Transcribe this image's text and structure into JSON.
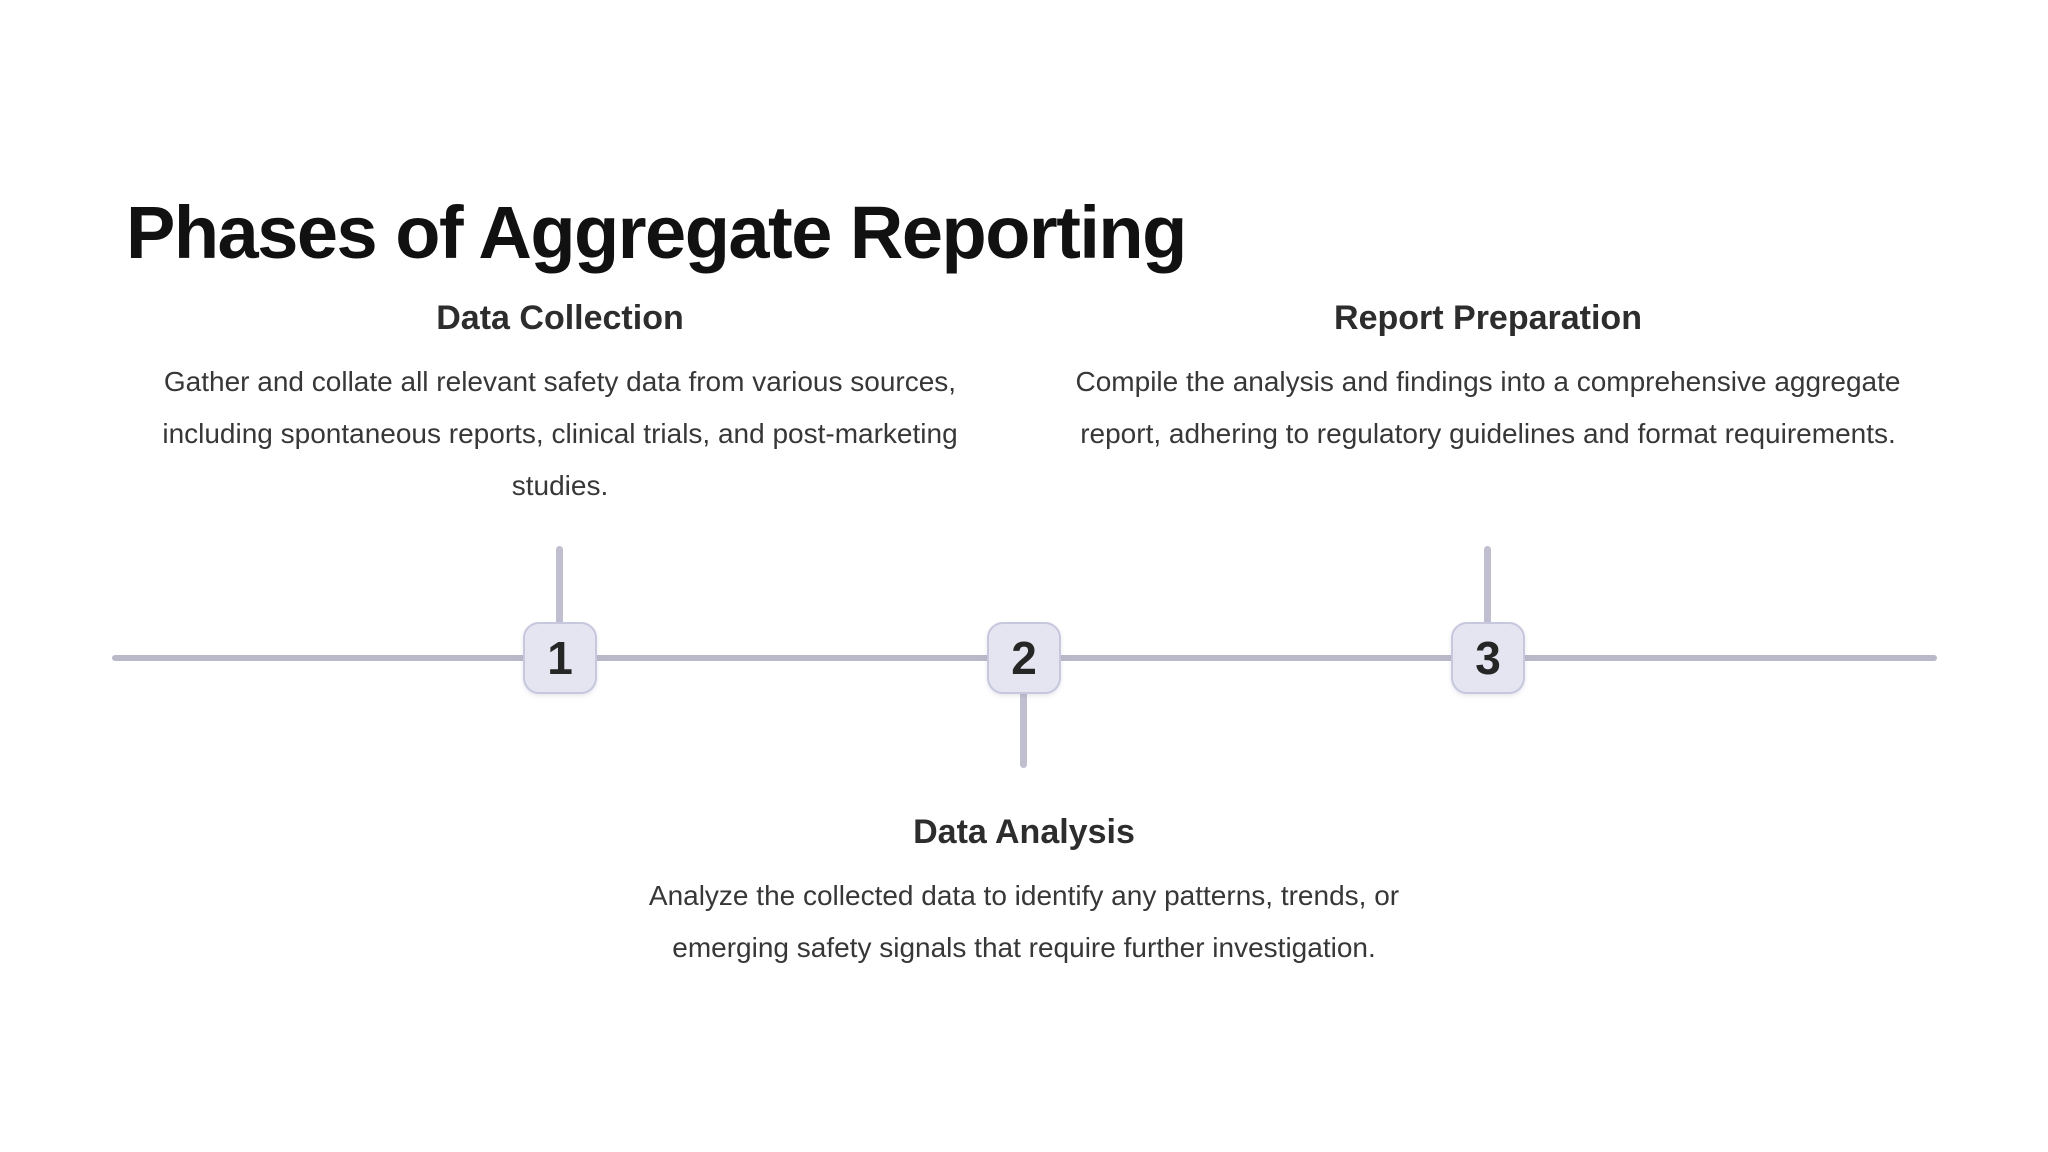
{
  "page": {
    "title": "Phases of Aggregate Reporting"
  },
  "colors": {
    "background": "#ffffff",
    "title_text": "#111111",
    "heading_text": "#2d2d2d",
    "body_text": "#373737",
    "timeline_line": "#b9b9ca",
    "connector": "#bfbfd0",
    "node_fill": "#e5e5f1",
    "node_border": "#c7c7dd",
    "node_number": "#262626"
  },
  "timeline": {
    "orientation": "horizontal",
    "phases": [
      {
        "number": "1",
        "name": "Data Collection",
        "description": "Gather and collate all relevant safety data from various sources, including spontaneous reports, clinical trials, and post-marketing studies.",
        "label_position": "above"
      },
      {
        "number": "2",
        "name": "Data Analysis",
        "description": "Analyze the collected data to identify any patterns, trends, or emerging safety signals that require further investigation.",
        "label_position": "below"
      },
      {
        "number": "3",
        "name": "Report Preparation",
        "description": "Compile the analysis and findings into a comprehensive aggregate report, adhering to regulatory guidelines and format requirements.",
        "label_position": "above"
      }
    ]
  }
}
